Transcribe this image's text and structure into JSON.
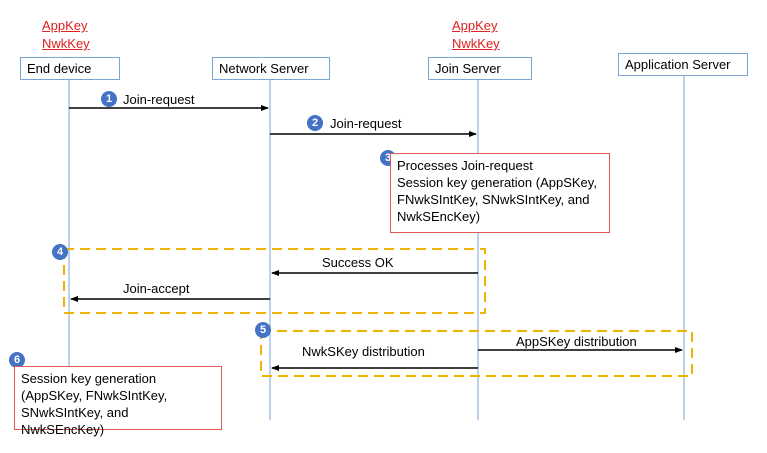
{
  "end_device_keys": {
    "key1": "AppKey",
    "key2": "NwkKey"
  },
  "join_server_keys": {
    "key1": "AppKey",
    "key2": "NwkKey"
  },
  "participants": {
    "end_device": "End device",
    "network_server": "Network Server",
    "join_server": "Join Server",
    "application_server": "Application Server"
  },
  "steps": [
    "1",
    "2",
    "3",
    "4",
    "5",
    "6"
  ],
  "messages": {
    "join_request_1": "Join-request",
    "join_request_2": "Join-request",
    "success_ok": "Success OK",
    "join_accept": "Join-accept",
    "nwkskey_distribution": "NwkSKey distribution",
    "appskey_distribution": "AppSKey distribution"
  },
  "note_join_server": {
    "line1": "Processes Join-request",
    "line2": "Session key generation (AppSKey,",
    "line3": "FNwkSIntKey, SNwkSIntKey, and",
    "line4": "NwkSEncKey)"
  },
  "note_end_device": {
    "line1": "Session key generation",
    "line2": "(AppSKey, FNwkSIntKey,",
    "line3": "SNwkSIntKey, and NwkSEncKey)"
  },
  "colors": {
    "lifeline": "#7aa6d6",
    "highlight": "#f0b400",
    "note_border": "#e05555",
    "step_badge": "#4472c4",
    "key_text": "#e02020"
  }
}
